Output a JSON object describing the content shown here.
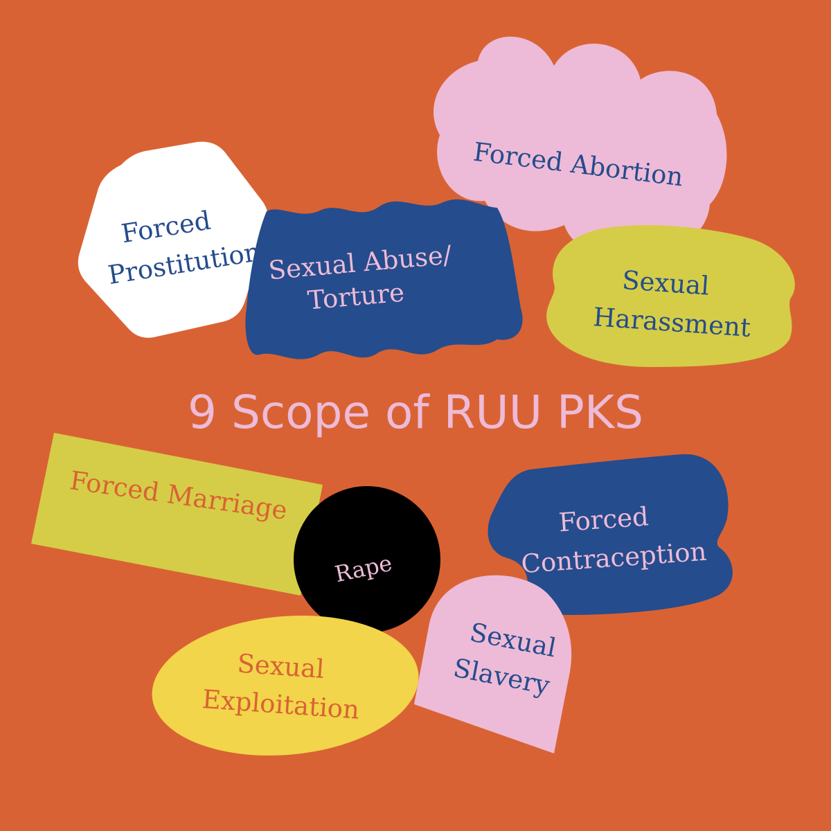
{
  "colors": {
    "background": "#D96234",
    "navy": "#254C8C",
    "pink": "#EDBBD7",
    "lime": "#D5CD47",
    "yellow": "#F2D54A",
    "white": "#FFFFFF",
    "black": "#000000"
  },
  "title": "9 Scope of RUU PKS",
  "shapes": {
    "forced_prostitution": {
      "line1": "Forced",
      "line2": "Prostitution"
    },
    "sexual_abuse": {
      "line1": "Sexual Abuse/",
      "line2": "Torture"
    },
    "forced_abortion": {
      "line1": "Forced Abortion"
    },
    "sexual_harassment": {
      "line1": "Sexual",
      "line2": "Harassment"
    },
    "forced_marriage": {
      "line1": "Forced Marriage"
    },
    "rape": {
      "line1": "Rape"
    },
    "forced_contraception": {
      "line1": "Forced",
      "line2": "Contraception"
    },
    "sexual_exploitation": {
      "line1": "Sexual",
      "line2": "Exploitation"
    },
    "sexual_slavery": {
      "line1": "Sexual",
      "line2": "Slavery"
    }
  }
}
